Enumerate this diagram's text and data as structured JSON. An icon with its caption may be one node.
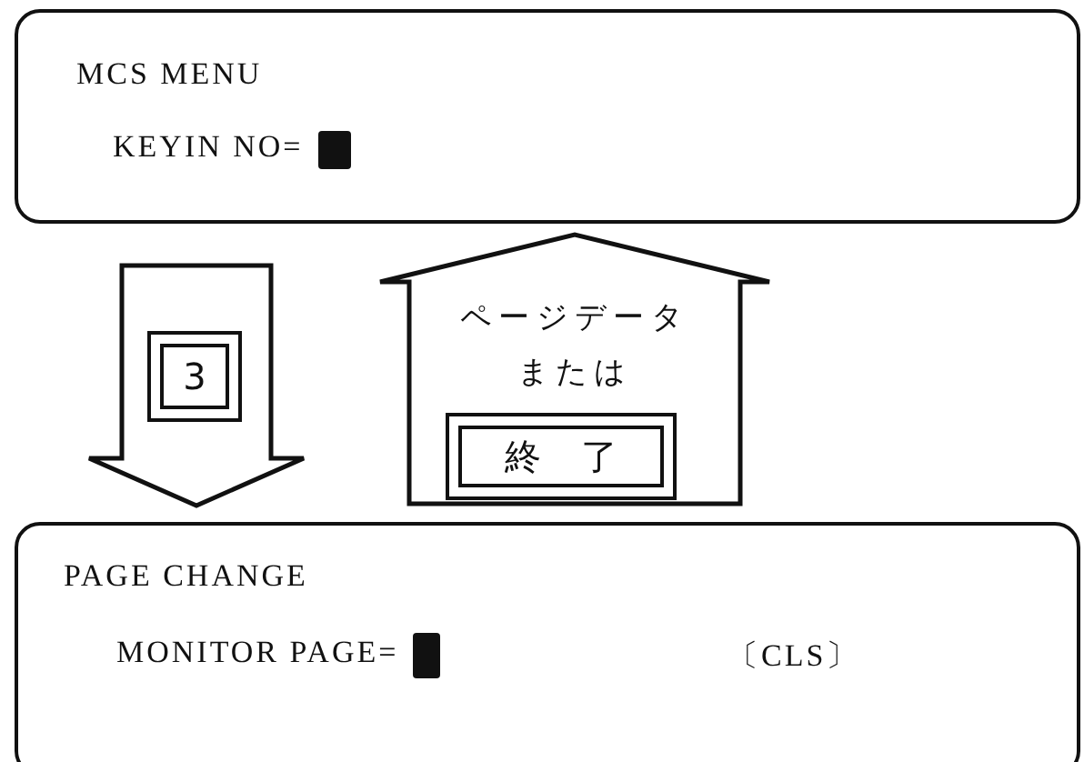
{
  "diagram": {
    "nodes": [
      {
        "text": [
          "MCS MENU",
          "KEYIN NO="
        ]
      },
      {
        "text": [
          "PAGE CHANGE",
          "MONITOR PAGE=",
          "〔CLS〕"
        ]
      },
      {
        "text": [
          "3"
        ]
      },
      {
        "text": [
          "終了"
        ]
      }
    ],
    "edges": [
      {
        "from": 0,
        "to": 1,
        "arrow": "to"
      },
      {
        "from": 1,
        "to": 0,
        "arrow": "to",
        "label": "ページデータまたは"
      }
    ]
  }
}
